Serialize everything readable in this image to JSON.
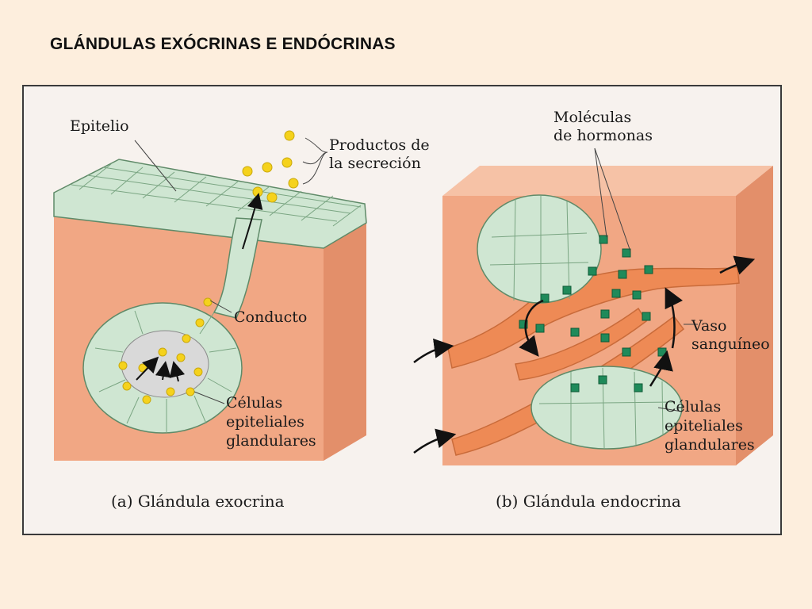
{
  "slide": {
    "title": "GLÁNDULAS EXÓCRINAS E ENDÓCRINAS"
  },
  "colors": {
    "page_background": "#fdeedd",
    "tissue_top": "#cfe6d2",
    "tissue_cell_outline": "#5f8a68",
    "connective_tissue": "#f1a784",
    "blood_vessel": "#ee8a55",
    "secretion": "#f5d21c",
    "hormone": "#1f8a5a",
    "arrow": "#111111"
  },
  "panel_a": {
    "caption": "(a) Glándula exocrina",
    "labels": {
      "epithelium": "Epitelio",
      "secretion_line1": "Productos de",
      "secretion_line2": "la secreción",
      "duct": "Conducto",
      "cells_line1": "Células",
      "cells_line2": "epiteliales",
      "cells_line3": "glandulares"
    }
  },
  "panel_b": {
    "caption": "(b) Glándula endocrina",
    "labels": {
      "hormones_line1": "Moléculas",
      "hormones_line2": "de hormonas",
      "vessel_line1": "Vaso",
      "vessel_line2": "sanguíneo",
      "cells_line1": "Células",
      "cells_line2": "epiteliales",
      "cells_line3": "glandulares"
    }
  }
}
